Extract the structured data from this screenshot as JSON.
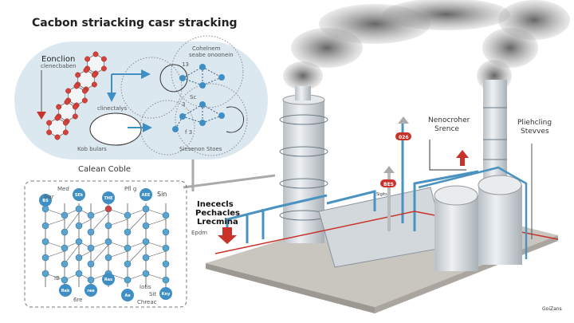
{
  "title": "Cacbon striacking casr stracking",
  "top_panel": {
    "left_label": "Eonclion",
    "left_sublabel": "clenecbaben",
    "top_right_label_1": "Cohelnem",
    "top_right_label_2": "seabe onoonein",
    "catalyst_label": "clinectalys",
    "bottom_left_label": "Kob bulars",
    "bottom_right_label": "Siesenon Stoes",
    "small_marks": [
      "13",
      "Sc",
      "3",
      "f 3"
    ]
  },
  "bottom_panel": {
    "caption": "Calean Coble",
    "labels": [
      "Med",
      "Gar",
      "Pfl g",
      "Sin",
      "6re",
      "Iotis",
      "Sit",
      "Chreac",
      "IB"
    ],
    "node_badges": [
      "BS",
      "SEk",
      "THE",
      "AEE",
      "Rek",
      "ree",
      "Res",
      "Ae",
      "Kny"
    ]
  },
  "plant": {
    "callout_left": [
      "Inececls",
      "Pechacles",
      "Lrecmina"
    ],
    "callout_left_sub": "Epdm",
    "callout_right_1": [
      "Nenocroher",
      "Srence"
    ],
    "callout_right_2": [
      "Pliehcling",
      "Stevves"
    ],
    "badges": [
      "026",
      "BES"
    ],
    "badge_sub": "Sigits",
    "footer": "GoiZans"
  },
  "colors": {
    "panel_bg": "#dce8f0",
    "node_blue": "#3f8fc4",
    "node_red": "#d9403a",
    "arrow_red": "#c8322a",
    "steel": "#d8dde2",
    "pipe_blue": "#4a93c0",
    "smoke": "#7c7c7c"
  }
}
